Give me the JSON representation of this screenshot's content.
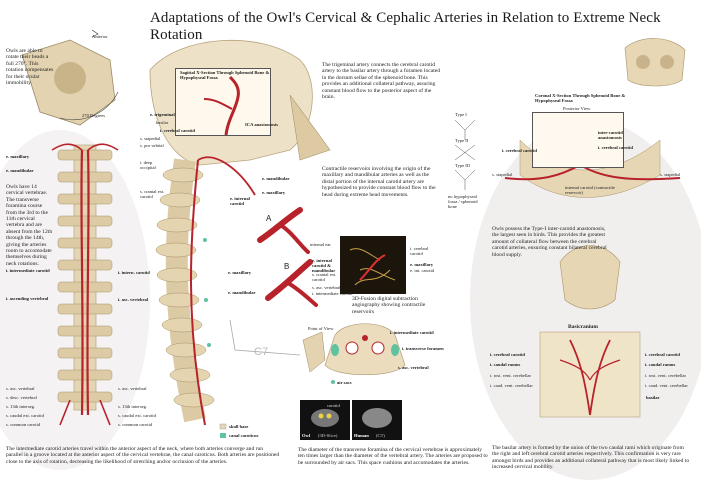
{
  "title": "Adaptations of the Owl's Cervical & Cephalic Arteries in Relation to Extreme Neck Rotation",
  "skull_rotation": {
    "anterior": "Anterior",
    "degrees": "270 Degrees",
    "caption": "Owls are able to rotate their heads a full 270°. This rotation compensates for their ocular immobility."
  },
  "neck_caption": "Owls have 14 cervical vertebrae. The transverse foramina course from the 3rd to the 11th cervical vertebra and are absent from the 12th through the 14th, giving the arteries room to accomodate themselves during neck rotations.",
  "left_labels": {
    "maxillary": "e. maxillary",
    "mandibular": "e. mandibular",
    "intermediate": "i. intermediate carotid",
    "asc_vertebral": "i. ascending vertebral",
    "asc_vert2": "s. asc. vertebral",
    "desc_vert": "s. desc. vertebral",
    "interseg": "s. 13th interseg.",
    "caudal_ext": "s. caudal ext. carotid",
    "common": "s. common carotid"
  },
  "left_bottom_caption": "The intermediate carotid arteries travel within the anterior aspect of the neck, where both arteries converge and run parallel in a groove located at the anterior aspect of the cervical vertebrae, the canal caroticus. Both arteries are positioned close to the axis of rotation, decreasing the likelihood of stretching and/or occlusion of the arteries.",
  "side_labels": {
    "stapedial": "s. stapedial",
    "pro_orbital": "s. pro-orbital",
    "deep_occipital": "i. deep occipital",
    "cranial_ext": "s. cranial ext. carotid",
    "internal": "e. internal carotid",
    "mandibular": "e. mandibular",
    "maxillary": "e. maxillary",
    "intern_carotid": "i. intern. carotid",
    "asc_vertebral": "i. asc. vertebral",
    "asc_vert2": "s. asc. vertebral",
    "interseg": "s. 13th interseg.",
    "caudal": "s. caudal ext. carotid",
    "common": "s. common carotid",
    "skull_base": "skull base",
    "canal": "canal caroticus"
  },
  "sagittal": {
    "heading": "Sagittal X-Section Through Sphenoid Bone & Hypophyseal Fossa",
    "trigeminal": "e. trigeminal",
    "basilar": "basilar",
    "cerebral": "i. cerebral carotid",
    "ica": "ICA anastomosis"
  },
  "trigeminal_caption": "The trigeminal artery connects the cerebral carotid artery to the basilar artery through a foramen located in the dorsum sellae of the sphenoid bone. This provides an additional collateral pathway, assuring constant blood flow to the posterior aspect of the brain.",
  "contractile_caption": "Contractile reservoirs involving the origin of the maxillary and mandibular arteries as well as the distal portion of the internal carotid artery are hypothesized to provide constant blood flow to the head during extreme head movements.",
  "letters": {
    "a": "A",
    "b": "B"
  },
  "ab_labels": {
    "maxillary": "e. maxillary",
    "mandibular": "e. mandibular"
  },
  "dsa": {
    "internal_ear": "internal ear",
    "cerebral": "i. cerebral carotid",
    "internal_mand": "e. internal carotid & mandibular",
    "maxillary": "e. maxillary",
    "int_carotid": "e. int. carotid",
    "cranial": "s. cranial ext. carotid",
    "asc": "s. asc. vertebral",
    "inter": "i. intermediate carotid",
    "caption": "3D-Fusion digital subtraction angiography showing contractile reservoirs"
  },
  "vertebra": {
    "pov": "Point of View",
    "label": "C7",
    "intermediate": "i. intermediate carotid",
    "transverse": "i. transverse foramen",
    "vertebral": "s. asc. vertebral",
    "air": "air sacs"
  },
  "ct": {
    "owl": "Owl",
    "owl_sub": "(3D-Slice)",
    "human": "Human",
    "human_sub": "(CT)",
    "carotid_label": "carotid",
    "caption": "The diameter of the transverse foramina of the cervical vertebrae is approximately ten times larger than the diameter of the vertebral artery. The arteries are proposed to be surrounded by air sacs. This space cushions and accomodates the arteries."
  },
  "types": {
    "t1": "Type I",
    "t2": "Type II",
    "t3": "Type III",
    "note": "no hypophyseal fossa / sphenoid bone"
  },
  "coronal": {
    "heading": "Coronal X-Section Through Sphenoid Bone & Hypophyseal Fossa",
    "view": "Posterior View",
    "inter_anast": "inter-carotid anastomosis",
    "cerebral": "i. cerebral carotid",
    "cerebral_l": "i. cerebral carotid",
    "stapedial": "s. stapedial",
    "stapedial_r": "s. stapedial",
    "internal": "internal carotid (contractile reservoir)",
    "caption": "Owls possess the Type-I inter-carotid anastomosis, the largest seen in birds. This provides the greatest amount of collateral flow between the cerebral carotid arteries, ensuring constant bilateral cerebral blood supply."
  },
  "basi": {
    "heading": "Basicranium",
    "cerebral": "i. cerebral carotid",
    "caudal": "i. caudal ramus",
    "rost": "i. rost. vent. cerebellar",
    "caud_v": "i. caud. vent. cerebellar",
    "cerebral_r": "i. cerebral carotid",
    "caudal_r": "i. caudal ramus",
    "rost_r": "i. rost. vent. cerebellar",
    "caud_r": "i. caud. vent. cerebellar",
    "basilar": "basilar",
    "caption": "The basilar artery is formed by the union of the two caudal rami which originate from the right and left cerebral carotid arteries respectively. This confirmation is very rare amongst birds and provides an additional collateral pathway that is most likely linked to increased cervical mobility."
  },
  "colors": {
    "artery": "#b8222a",
    "bone": "#e6d7b8",
    "bone_dark": "#c4ad82",
    "canal": "#5fc2a0"
  }
}
